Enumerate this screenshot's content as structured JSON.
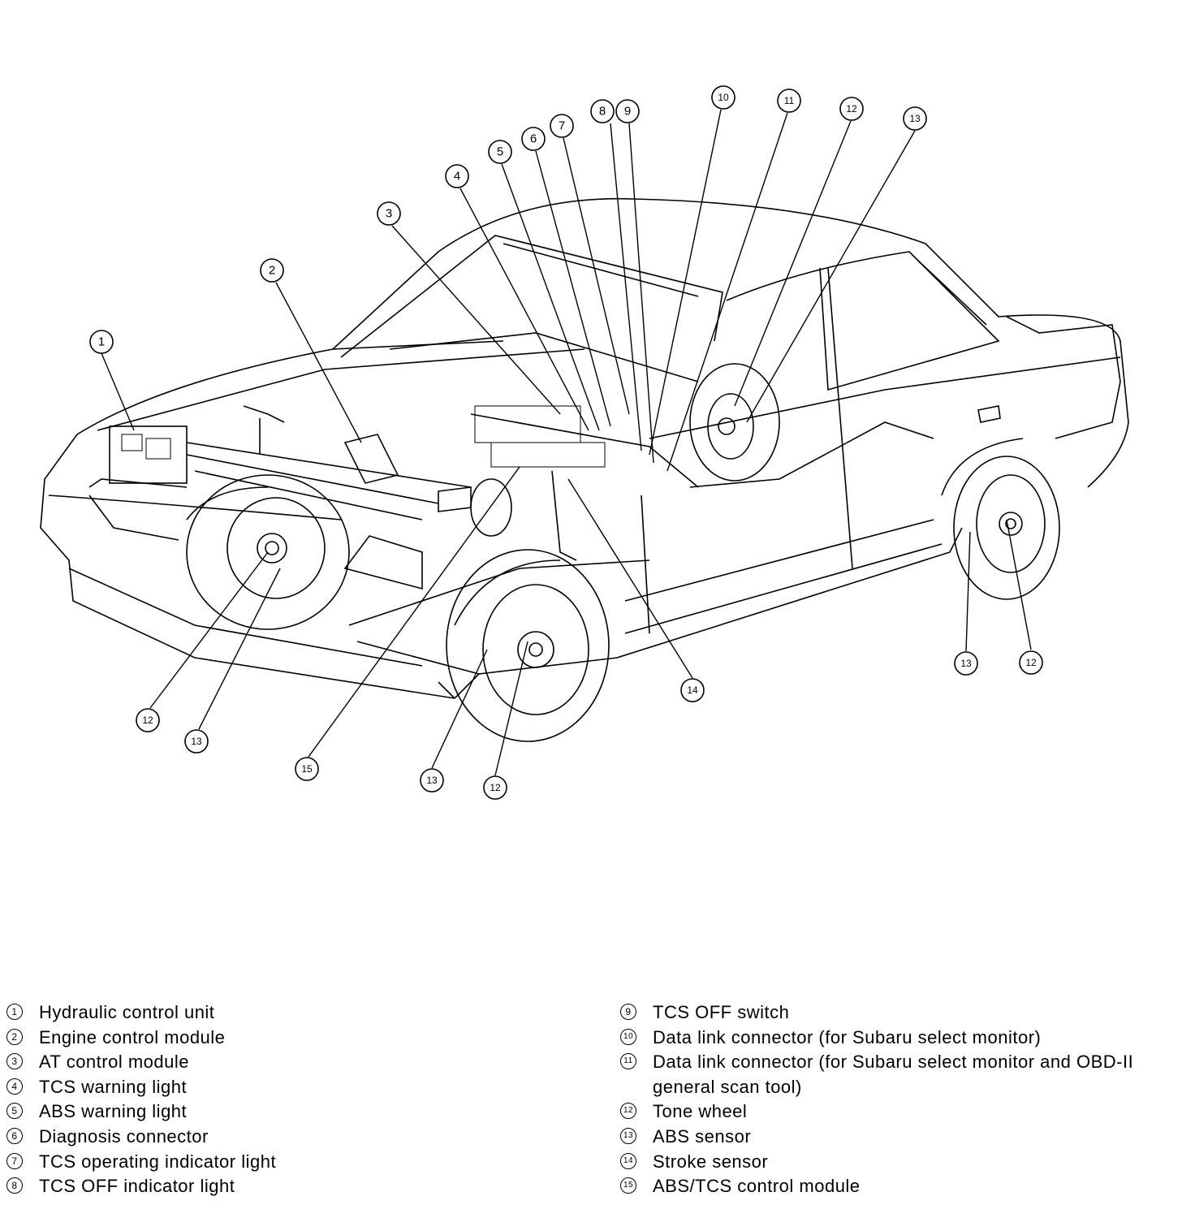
{
  "legend": {
    "left": [
      {
        "num": "1",
        "label": "Hydraulic control unit"
      },
      {
        "num": "2",
        "label": "Engine control module"
      },
      {
        "num": "3",
        "label": "AT control module"
      },
      {
        "num": "4",
        "label": "TCS warning light"
      },
      {
        "num": "5",
        "label": "ABS warning light"
      },
      {
        "num": "6",
        "label": "Diagnosis connector"
      },
      {
        "num": "7",
        "label": "TCS operating indicator light"
      },
      {
        "num": "8",
        "label": "TCS OFF indicator light"
      }
    ],
    "right": [
      {
        "num": "9",
        "label": "TCS OFF switch"
      },
      {
        "num": "10",
        "label": "Data link connector (for Subaru select monitor)"
      },
      {
        "num": "11",
        "label": "Data link connector (for Subaru select monitor and OBD-II\ngeneral scan tool)"
      },
      {
        "num": "12",
        "label": "Tone wheel"
      },
      {
        "num": "13",
        "label": "ABS sensor"
      },
      {
        "num": "14",
        "label": "Stroke sensor"
      },
      {
        "num": "15",
        "label": "ABS/TCS control module"
      }
    ]
  },
  "callouts": [
    "1",
    "2",
    "3",
    "4",
    "5",
    "6",
    "7",
    "8",
    "9",
    "10",
    "11",
    "12",
    "13",
    "12",
    "13",
    "12",
    "13",
    "12",
    "13",
    "14",
    "15"
  ]
}
